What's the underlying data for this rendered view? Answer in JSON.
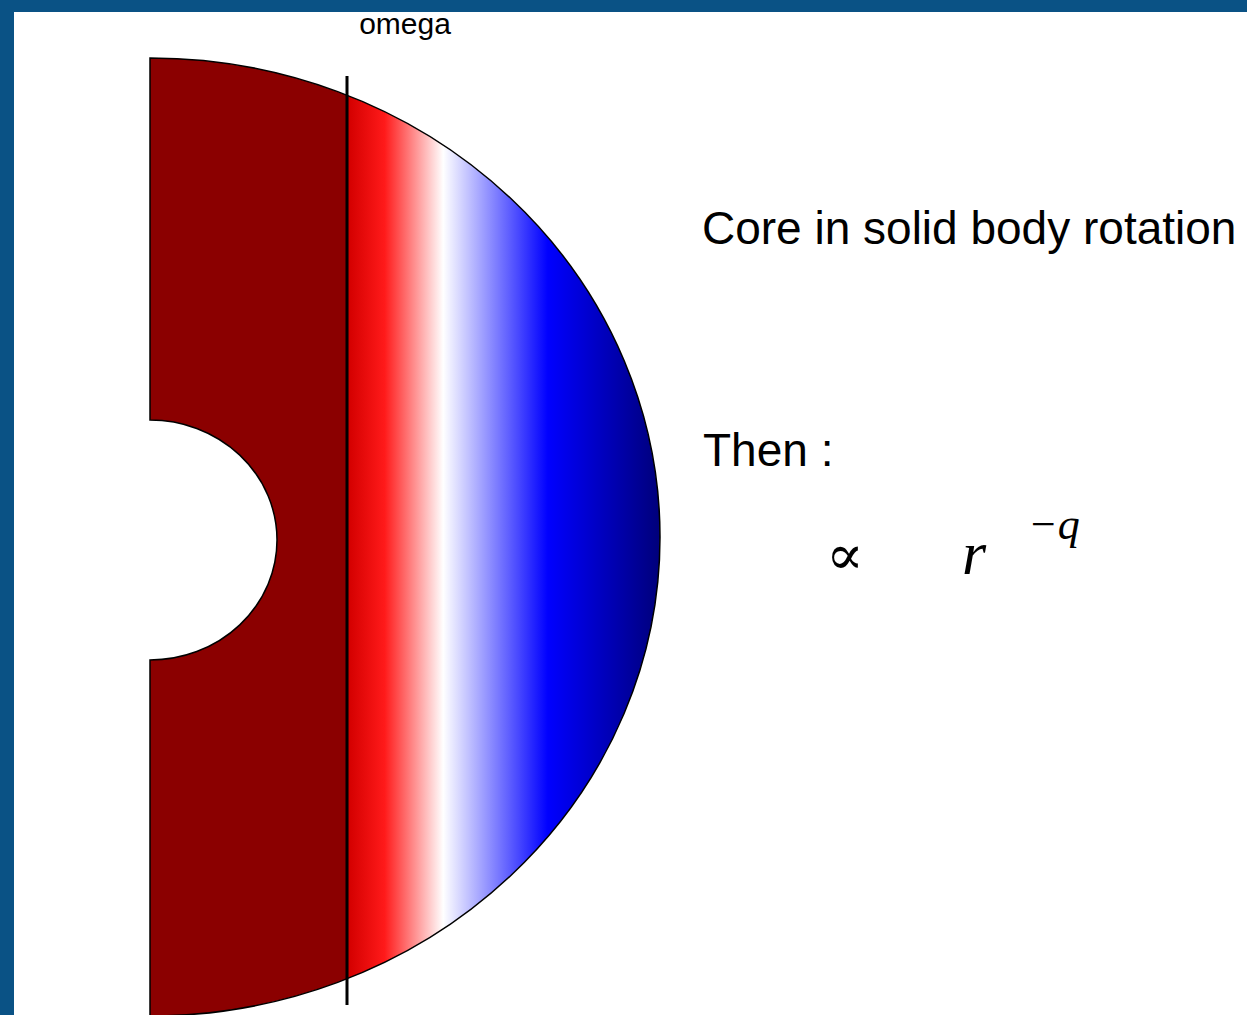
{
  "diagram": {
    "labels": [
      "omega",
      "Core in solid body rotation",
      "Then :",
      "∝",
      "r",
      "−q"
    ]
  }
}
